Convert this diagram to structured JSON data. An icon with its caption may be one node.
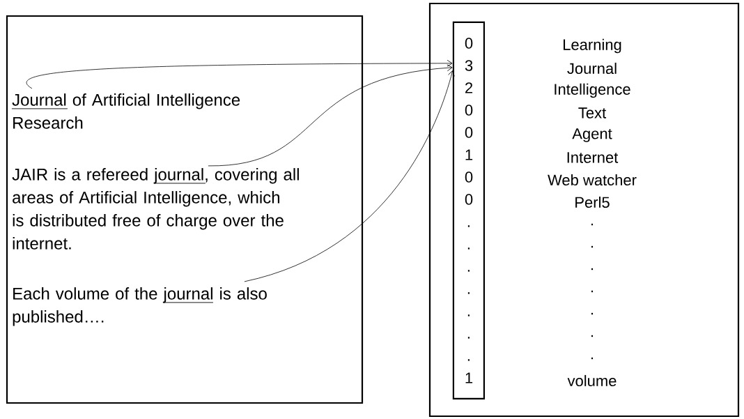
{
  "diagram": {
    "nodes": [
      {
        "text": [],
        "shape": "box"
      },
      {
        "text": [
          "Journal of Artificial Intelligence Research"
        ],
        "in": 0
      },
      {
        "text": [
          "JAIR is a refereed journal, covering all areas of Artificial Intelligence, which is distributed free of charge over the internet."
        ],
        "in": 0
      },
      {
        "text": [
          "Each volume of the journal is also published…."
        ],
        "in": 0
      },
      {
        "text": [],
        "shape": "box"
      },
      {
        "text": [
          "0 3 2 0 0 1 0 0 . . . . . . . 1"
        ],
        "in": 4
      }
    ],
    "edges": [
      {
        "from": 1,
        "to": 5,
        "arrow": "to"
      },
      {
        "from": 2,
        "to": 5,
        "arrow": "to"
      },
      {
        "from": 3,
        "to": 5,
        "arrow": "to"
      }
    ],
    "labels": [
      "Learning",
      "Journal",
      "Intelligence",
      "Text",
      "Agent",
      "Internet",
      "Web watcher",
      "Perl5",
      ".",
      ".",
      ".",
      ".",
      ".",
      ".",
      ".",
      "volume"
    ]
  }
}
